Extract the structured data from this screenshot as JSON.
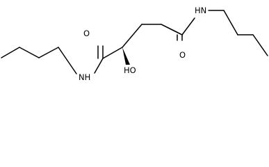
{
  "atoms": {
    "amide_o_left": "O",
    "amide_o_right": "O",
    "nh_top": "HN",
    "nh_bottom": "NH",
    "hydroxyl": "HO"
  }
}
